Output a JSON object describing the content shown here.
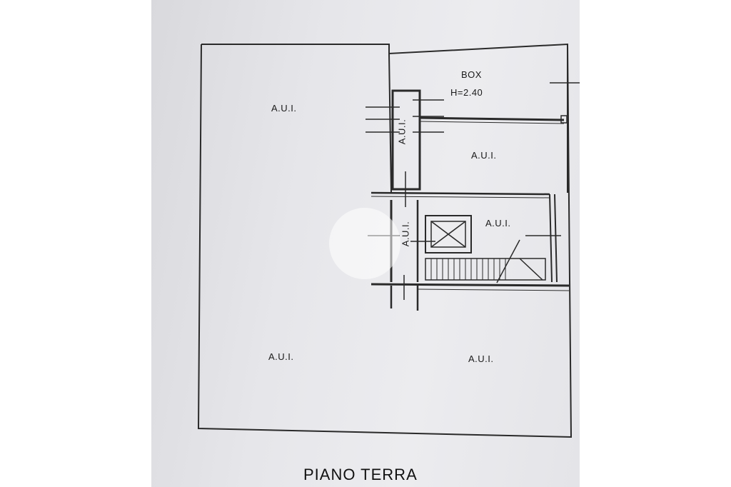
{
  "plan": {
    "title": "PIANO TERRA",
    "rooms": {
      "top_left": "A.U.I.",
      "box_name": "BOX",
      "box_height": "H=2.40",
      "vert_shaft_upper": "A.U.I.",
      "middle_right": "A.U.I.",
      "vert_shaft_lower": "A.U.I.",
      "stair_room": "A.U.I.",
      "bottom_left": "A.U.I.",
      "bottom_right": "A.U.I."
    }
  }
}
